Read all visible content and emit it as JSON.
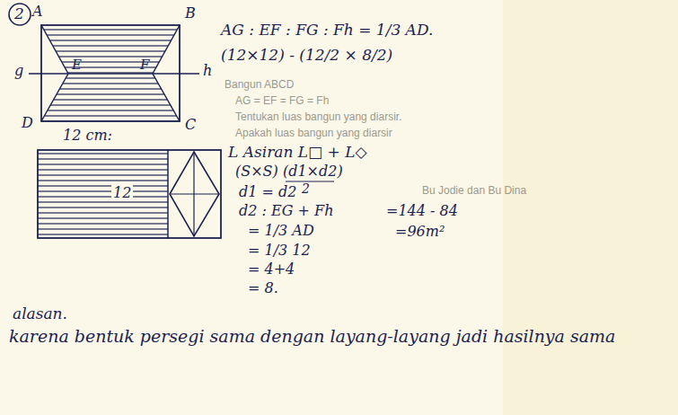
{
  "diagram": {
    "labels": [
      "2",
      "A",
      "B",
      "E",
      "F",
      "g",
      "h",
      "D",
      "C",
      "12 cm:",
      "AG : EF : FG : Fh = 1/3 AD.",
      "(12×12) - (12/2 × 8/2)",
      "12",
      "L Asiran L□ + L◇",
      "(S×S) (d1×d2)",
      "2",
      "d1 = d2",
      "d2 : EG + Fh",
      "= 1/3 AD",
      "= 1/3 12",
      "= 4+4",
      "= 8.",
      "=144 - 84",
      "=96m²",
      "alasan.",
      "karena bentuk persegi sama dengan layang-layang jadi hasilnya sama",
      "Bangun ABCD",
      "AG = EF = FG = Fh",
      "Tentukan luas bangun yang diarsir.",
      "Apakah luas bangun yang diarsir",
      "Bu Jodie dan Bu Dina"
    ]
  }
}
